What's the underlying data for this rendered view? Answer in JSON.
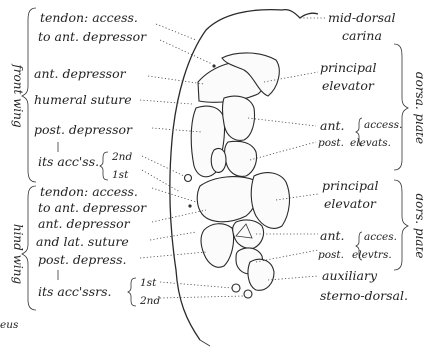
{
  "labels": {
    "tendon_access_top_1": "tendon: access.",
    "tendon_access_top_2": "to ant. depressor",
    "ant_depressor_top": "ant. depressor",
    "humeral_suture": "humeral suture",
    "post_depressor_top": "post. depressor",
    "its_accss_top": "its acc'ss.",
    "second_top": "2nd",
    "first_top": "1st",
    "tendon_access_bot_1": "tendon: access.",
    "tendon_access_bot_2": "to ant. depressor",
    "ant_depressor_bot": "ant. depressor",
    "and_lat_suture": "and lat. suture",
    "post_depress_bot": "post. depress.",
    "its_accssrs_bot": "its acc'ssrs.",
    "first_bot": "1st",
    "second_bot": "2nd",
    "partial_left": "eus",
    "mid_dorsal_1": "mid-dorsal",
    "mid_dorsal_2": "carina",
    "principal_elevator_top_1": "principal",
    "principal_elevator_top_2": "elevator",
    "ant_top": "ant.",
    "post_top": "post.",
    "access_top": "access.",
    "elevats_top": "elevats.",
    "principal_elevator_bot_1": "principal",
    "principal_elevator_bot_2": "elevator",
    "ant_bot": "ant.",
    "post_bot": "post.",
    "acces_bot": "acces.",
    "elevtrs_bot": "elevtrs.",
    "auxiliary": "auxiliary",
    "sterno_dorsal": "sterno-dorsal.",
    "front_wing": "front wing",
    "hind_wing": "hind wing",
    "right_top_vertical": "dorsa. plate",
    "right_bot_vertical": "dors. plate"
  }
}
